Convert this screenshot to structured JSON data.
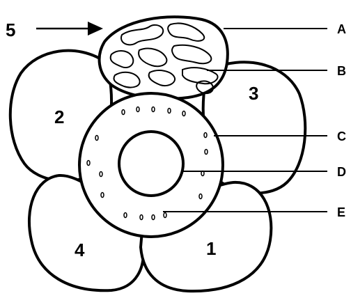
{
  "diagram": {
    "petals": [
      {
        "id": "petal-1",
        "number": "1"
      },
      {
        "id": "petal-2",
        "number": "2"
      },
      {
        "id": "petal-3",
        "number": "3"
      },
      {
        "id": "petal-4",
        "number": "4"
      },
      {
        "id": "petal-5",
        "number": "5"
      }
    ],
    "labels": [
      "A",
      "B",
      "C",
      "D",
      "E"
    ]
  }
}
